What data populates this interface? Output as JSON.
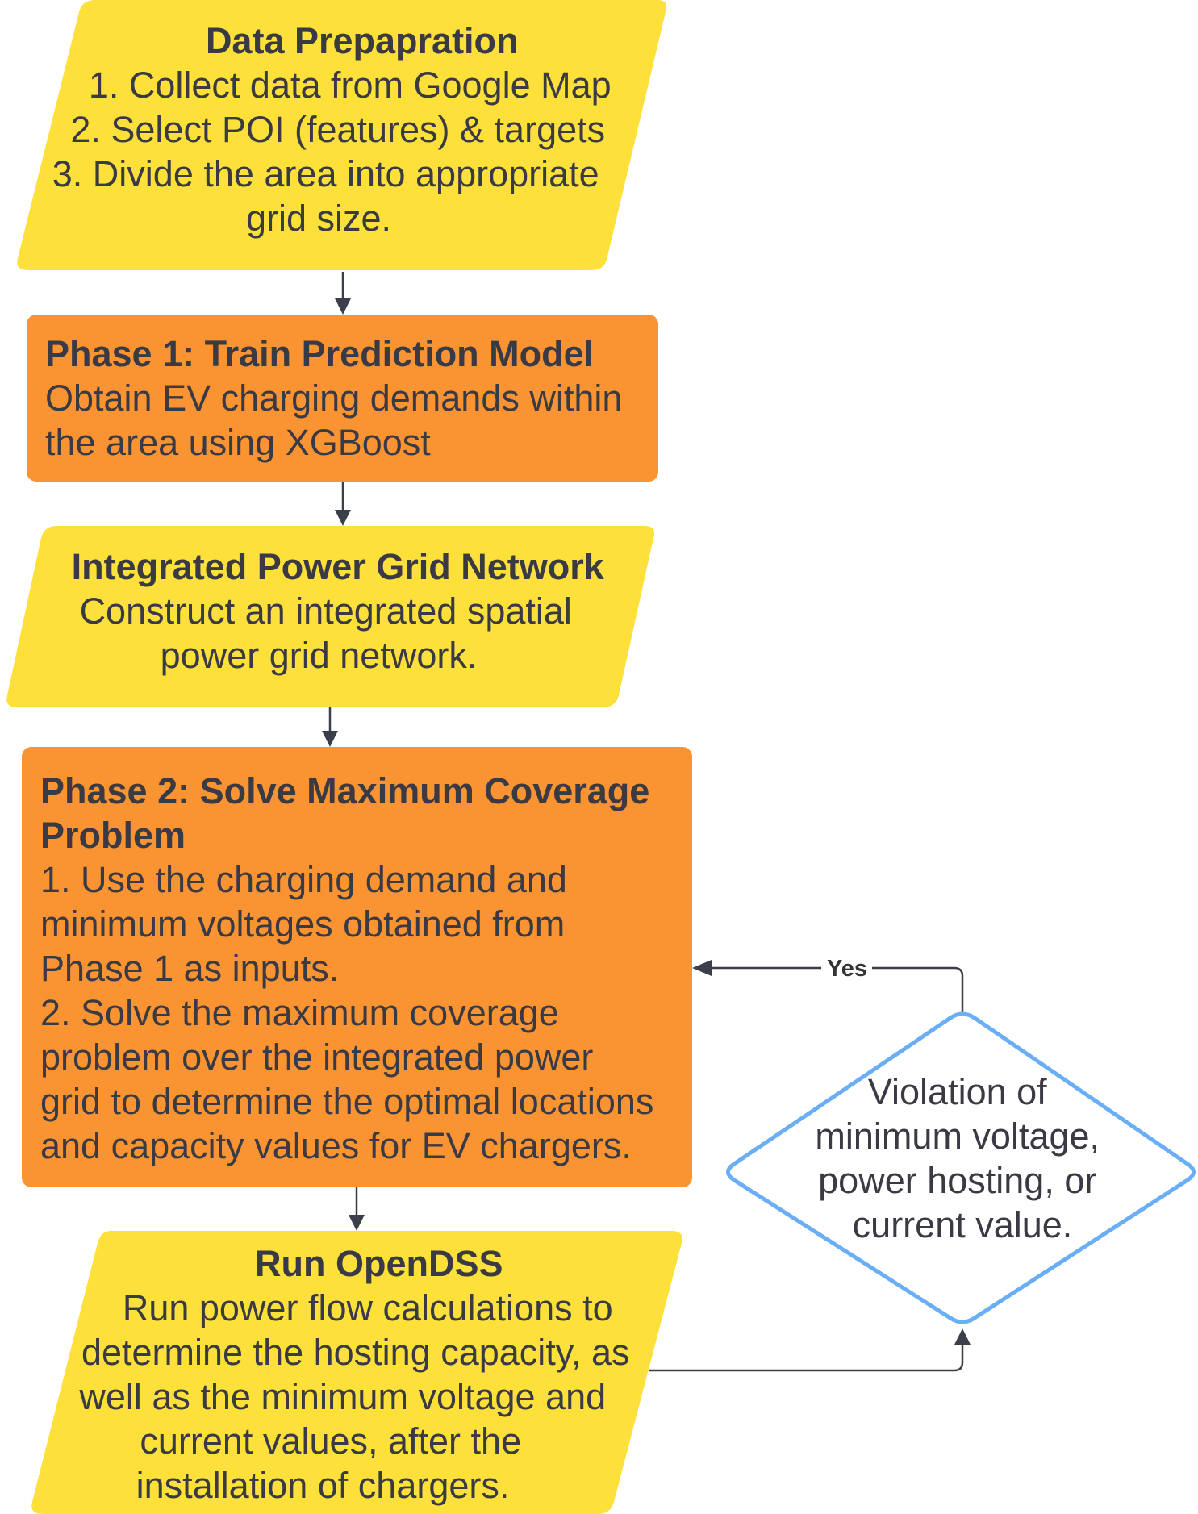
{
  "colors": {
    "io_fill": "#FDE03A",
    "process_fill": "#FA9433",
    "decision_stroke": "#6AAEF5",
    "text": "#3a3a44",
    "edge": "#3a3f4a"
  },
  "nodes": {
    "data_prep": {
      "shape": "parallelogram",
      "lines": [
        "Data Prepapration",
        "1. Collect data from Google Map",
        "2. Select POI (features) & targets",
        "3. Divide the area into appropriate",
        "grid size."
      ]
    },
    "phase1": {
      "shape": "rectangle",
      "lines": [
        "Phase 1: Train Prediction Model",
        "Obtain EV charging demands within",
        "the area using XGBoost"
      ]
    },
    "power_grid": {
      "shape": "parallelogram",
      "lines": [
        "Integrated Power Grid Network",
        "Construct an integrated spatial",
        "power grid network."
      ]
    },
    "phase2": {
      "shape": "rectangle",
      "lines": [
        "Phase 2: Solve Maximum Coverage",
        "Problem",
        "1. Use the charging demand and",
        "minimum voltages obtained from",
        "Phase 1 as inputs.",
        "2. Solve the maximum coverage",
        "problem over the integrated power",
        "grid to determine the optimal locations",
        "and capacity values for EV chargers."
      ]
    },
    "opendss": {
      "shape": "parallelogram",
      "lines": [
        "Run OpenDSS",
        "Run power flow calculations to",
        "determine the hosting capacity, as",
        "well as the minimum voltage and",
        "current values, after the",
        "installation of chargers."
      ]
    },
    "violation": {
      "shape": "diamond",
      "lines": [
        "Violation of",
        "minimum voltage,",
        "power hosting, or",
        "current value."
      ]
    }
  },
  "edges": [
    {
      "from": "data_prep",
      "to": "phase1",
      "label": ""
    },
    {
      "from": "phase1",
      "to": "power_grid",
      "label": ""
    },
    {
      "from": "power_grid",
      "to": "phase2",
      "label": ""
    },
    {
      "from": "phase2",
      "to": "opendss",
      "label": ""
    },
    {
      "from": "opendss",
      "to": "violation",
      "label": ""
    },
    {
      "from": "violation",
      "to": "phase2",
      "label": "Yes"
    }
  ]
}
